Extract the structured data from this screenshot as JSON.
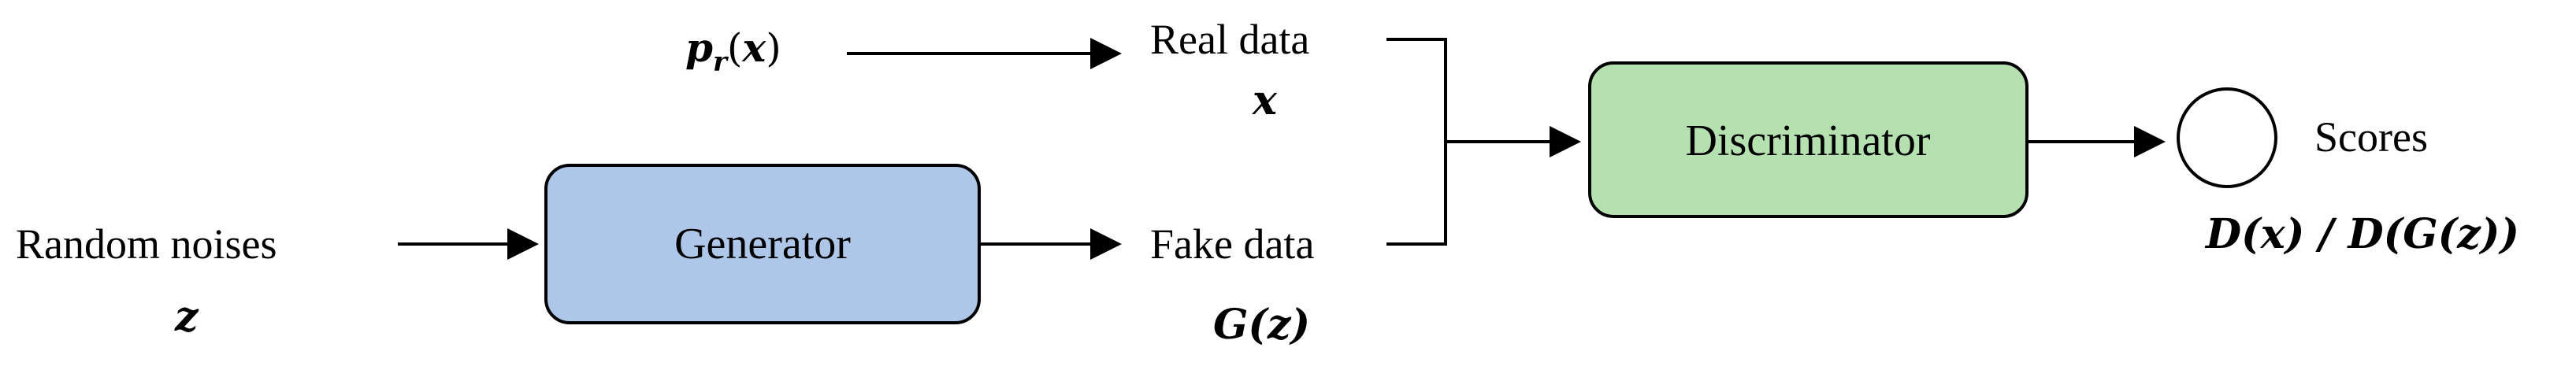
{
  "nodes": {
    "real_source": {
      "label": "p_r(x)"
    },
    "real_data": {
      "label": "Real data",
      "symbol": "x"
    },
    "noise": {
      "label": "Random noises",
      "symbol": "z"
    },
    "generator": {
      "label": "Generator",
      "fill": "#aec7e8",
      "stroke": "#000000"
    },
    "fake_data": {
      "label": "Fake data",
      "symbol": "G(z)"
    },
    "discriminator": {
      "label": "Discriminator",
      "fill": "#b5e0b0",
      "stroke": "#000000"
    },
    "scores": {
      "label": "Scores",
      "symbol": "D(x) / D(G(z))"
    }
  },
  "colors": {
    "generator_fill": "#aec7e8",
    "discriminator_fill": "#b5e0b0",
    "line": "#000000"
  }
}
